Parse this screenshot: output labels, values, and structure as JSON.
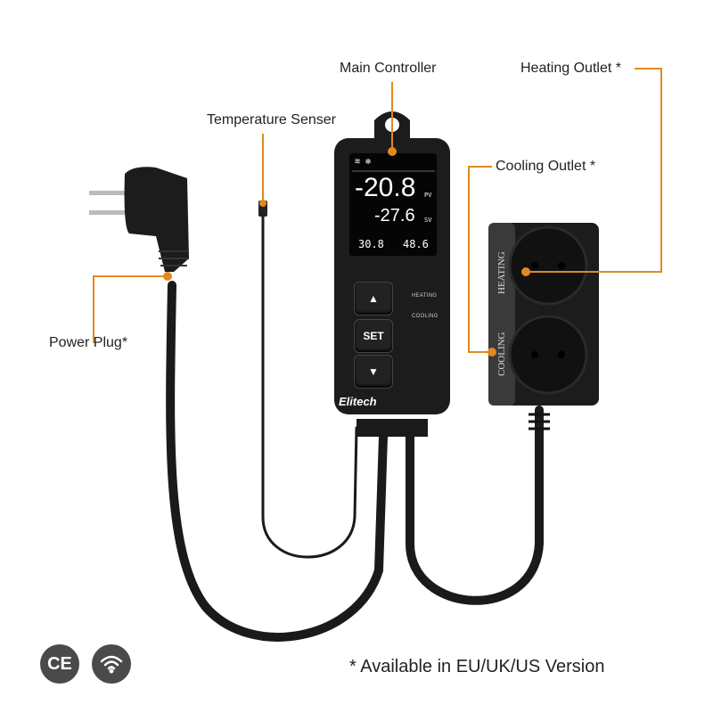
{
  "labels": {
    "main_controller": "Main Controller",
    "heating_outlet": "Heating Outlet *",
    "temperature_sensor": "Temperature Senser",
    "cooling_outlet": "Cooling Outlet *",
    "power_plug": "Power Plug*"
  },
  "display": {
    "pv_value": "-20.8",
    "pv_unit": "PV",
    "sv_value": "-27.6",
    "sv_unit": "SV",
    "left_small": "30.8",
    "right_small": "48.6",
    "status_icons": [
      "wifi-icon",
      "snowflake-icon"
    ]
  },
  "controller": {
    "up_button": "▲",
    "set_button": "SET",
    "down_button": "▼",
    "heating_indicator": "HEATING",
    "cooling_indicator": "COOLING",
    "brand": "Elitech"
  },
  "outlet": {
    "top_label": "HEATING",
    "bottom_label": "COOLING"
  },
  "badges": {
    "ce": "CE"
  },
  "footer_note": "* Available in EU/UK/US Version",
  "colors": {
    "callout": "#e08a1e",
    "device": "#1c1c1c",
    "badge": "#4a4a4a"
  }
}
